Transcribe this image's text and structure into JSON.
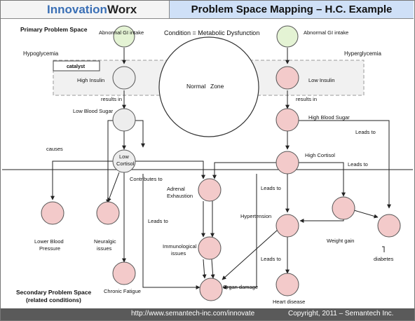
{
  "header": {
    "brand_part1": "Innovation",
    "brand_part2": "Worx",
    "title": "Problem Space Mapping – H.C. Example"
  },
  "footer": {
    "url": "http://www.semantech-inc.com/innovate",
    "copyright": "Copyright, 2011 – Semantech Inc."
  },
  "labels": {
    "primary": "Primary Problem Space",
    "condition": "Condition = Metabolic Dysfunction",
    "hypoglycemia": "Hypoglycemia",
    "hyperglycemia": "Hyperglycemia",
    "catalyst": "catalyst",
    "normal": "Normal",
    "zone": "Zone",
    "results_in_left": "results in",
    "results_in_right": "results in",
    "causes": "causes",
    "contributes_to": "Contributes to",
    "leads_to_1": "Leads to",
    "leads_to_2": "Leads to",
    "leads_to_3": "Leads to",
    "leads_to_4": "Leads to",
    "leads_to_5": "Leads to",
    "secondary_line1": "Secondary Problem Space",
    "secondary_line2": "(related conditions)"
  },
  "nodes": {
    "abnormal_gi_left": "Abnormal GI intake",
    "abnormal_gi_right": "Abnormal GI intake",
    "high_insulin": "High Insulin",
    "low_insulin": "Low Insulin",
    "low_blood_sugar": "Low Blood Sugar",
    "high_blood_sugar": "High Blood Sugar",
    "low_cortisol_1": "Low",
    "low_cortisol_2": "Cortisol",
    "high_cortisol": "High Cortisol",
    "adrenal_1": "Adrenal",
    "adrenal_2": "Exhaustion",
    "immuno_1": "Immunological",
    "immuno_2": "issues",
    "organ_damage": "Organ damage",
    "lower_bp_1": "Lower Blood",
    "lower_bp_2": "Pressure",
    "neuralgic_1": "Neuralgic",
    "neuralgic_2": "issues",
    "chronic_fatigue": "Chronic Fatigue",
    "hypertension": "Hypertension",
    "heart_disease": "Heart disease",
    "weight_gain": "Weight gain",
    "diabetes": "diabetes"
  },
  "colors": {
    "green_node": "#e4f3d4",
    "gray_node": "#ededed",
    "pink_node": "#f3caca",
    "header_blue": "#cfe0f7",
    "footer_gray": "#5a5a5a",
    "brand_blue": "#3a6fb5"
  }
}
